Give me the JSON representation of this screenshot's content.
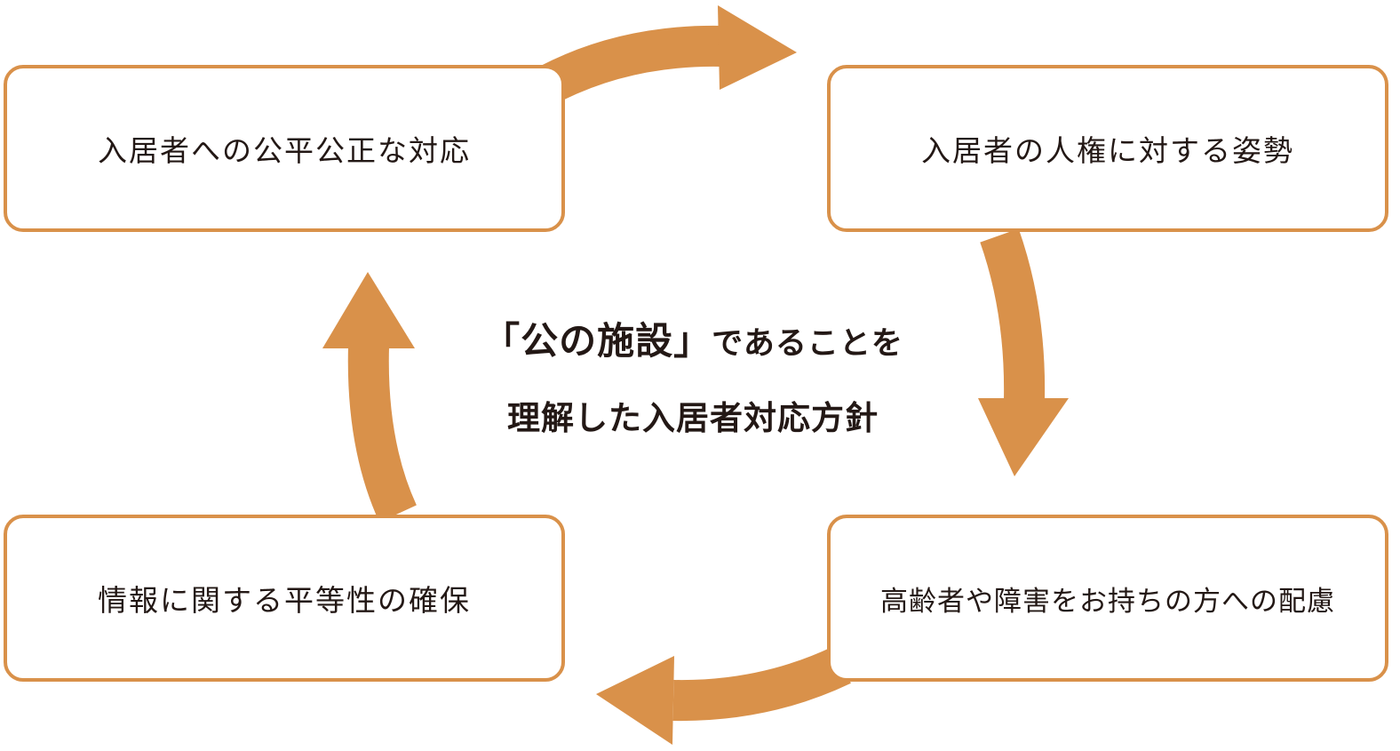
{
  "diagram": {
    "accent_color": "#d9914a",
    "border_color": "#d9914a",
    "text_color": "#231815",
    "boxes": {
      "top_left": "入居者への公平公正な対応",
      "top_right": "入居者の人権に対する姿勢",
      "bottom_left": "情報に関する平等性の確保",
      "bottom_right": "高齢者や障害をお持ちの方への配慮"
    },
    "center": {
      "line1_emphasis": "「公の施設」",
      "line1_rest": "であることを",
      "line2": "理解した入居者対応方針"
    }
  }
}
